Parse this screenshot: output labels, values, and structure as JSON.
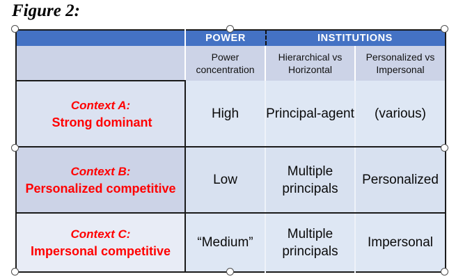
{
  "figure": {
    "caption": "Figure 2:"
  },
  "table": {
    "header": {
      "corner_blank": "",
      "groups": [
        {
          "label": "POWER",
          "span": 1
        },
        {
          "label": "INSTITUTIONS",
          "span": 2
        }
      ],
      "subheaders": [
        "",
        "Power concentration",
        "Hierarchical vs Horizontal",
        "Personalized vs Impersonal"
      ]
    },
    "rows": [
      {
        "context_title": "Context A:",
        "context_sub": "Strong  dominant",
        "power_concentration": "High",
        "hierarchical_vs_horizontal": "Principal-agent",
        "personalized_vs_impersonal": "(various)"
      },
      {
        "context_title": "Context B:",
        "context_sub": "Personalized competitive",
        "power_concentration": "Low",
        "hierarchical_vs_horizontal": "Multiple principals",
        "personalized_vs_impersonal": "Personalized"
      },
      {
        "context_title": "Context C:",
        "context_sub": "Impersonal competitive",
        "power_concentration": "“Medium”",
        "hierarchical_vs_horizontal": "Multiple principals",
        "personalized_vs_impersonal": "Impersonal"
      }
    ]
  },
  "colors": {
    "header_blue": "#4472C4",
    "subheader_lavender": "#CCD3E7",
    "row_light": "#DEE7F4",
    "row_mid": "#D8E1F0",
    "context_red": "#FF0000",
    "border_dark": "#1A1A1A"
  },
  "selection": {
    "state": "selected",
    "handle_count": 8
  }
}
